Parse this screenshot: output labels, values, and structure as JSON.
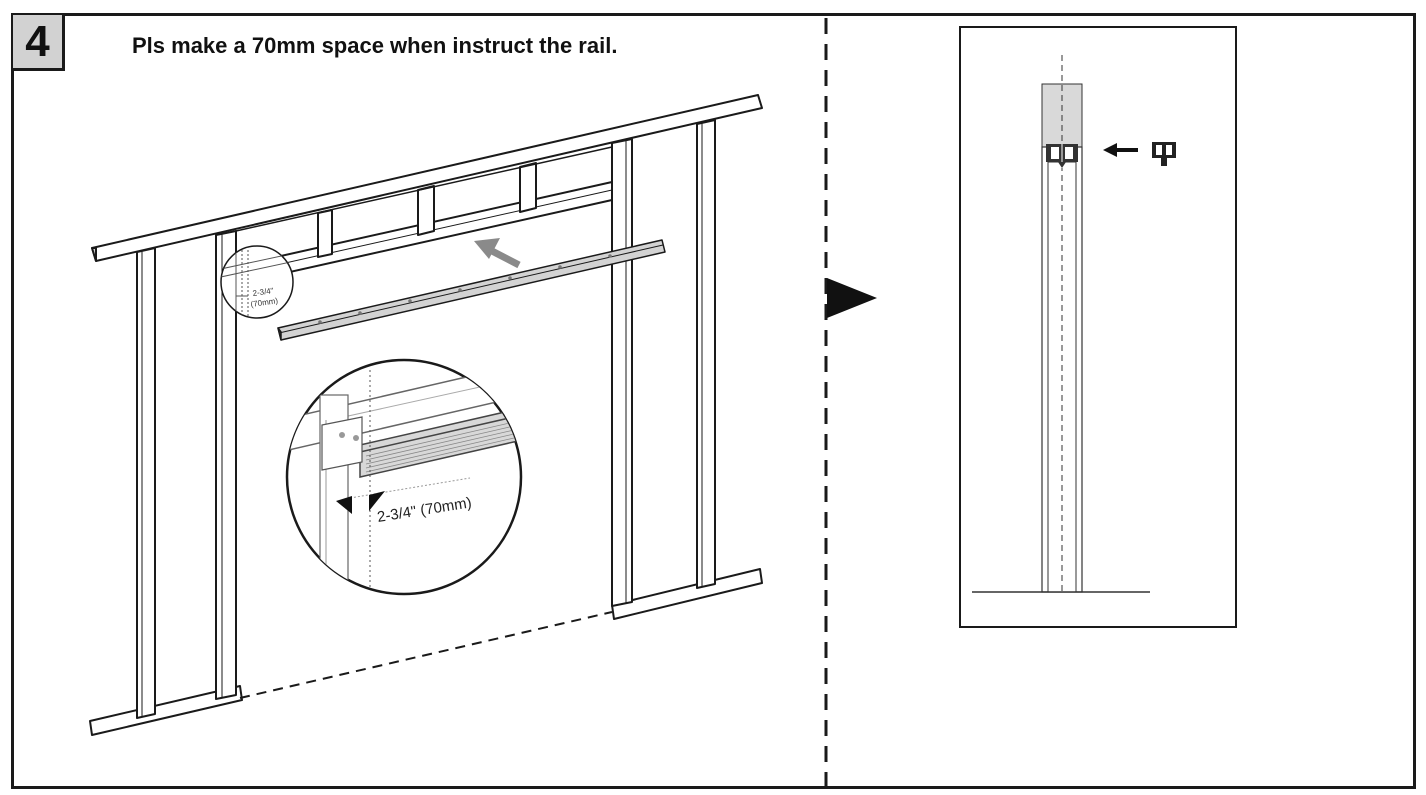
{
  "step": {
    "number": "4"
  },
  "instruction": {
    "text": "Pls make a 70mm space when instruct the rail."
  },
  "callouts": {
    "small_detail": [
      "2-3/4\"",
      "(70mm)"
    ],
    "zoom_detail": "2-3/4\" (70mm)"
  },
  "icons": [
    "direction-arrow-icon",
    "next-step-triangle-icon",
    "roller-hanger-icon"
  ],
  "colors": {
    "line": "#1a1a1a",
    "rail_gray": "#d3d3d3",
    "panel_gray": "#d9d9d9"
  }
}
